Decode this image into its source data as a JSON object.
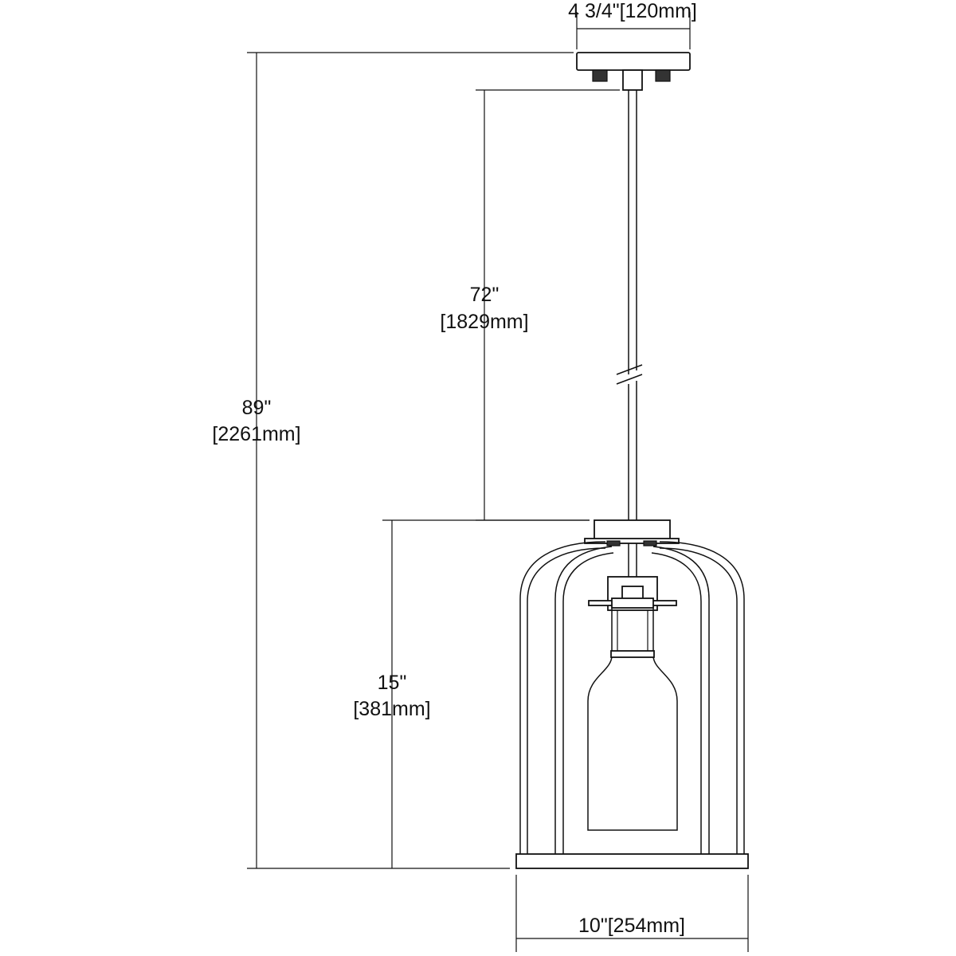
{
  "dimensions": {
    "canopy_width": {
      "imperial": "4 3/4\"[120mm]"
    },
    "chain_length": {
      "imperial": "72\"",
      "metric": "[1829mm]"
    },
    "overall_height": {
      "imperial": "89\"",
      "metric": "[2261mm]"
    },
    "fixture_height": {
      "imperial": "15\"",
      "metric": "[381mm]"
    },
    "fixture_width": {
      "imperial": "10\"[254mm]"
    }
  },
  "colors": {
    "line": "#111111",
    "background": "#ffffff"
  }
}
